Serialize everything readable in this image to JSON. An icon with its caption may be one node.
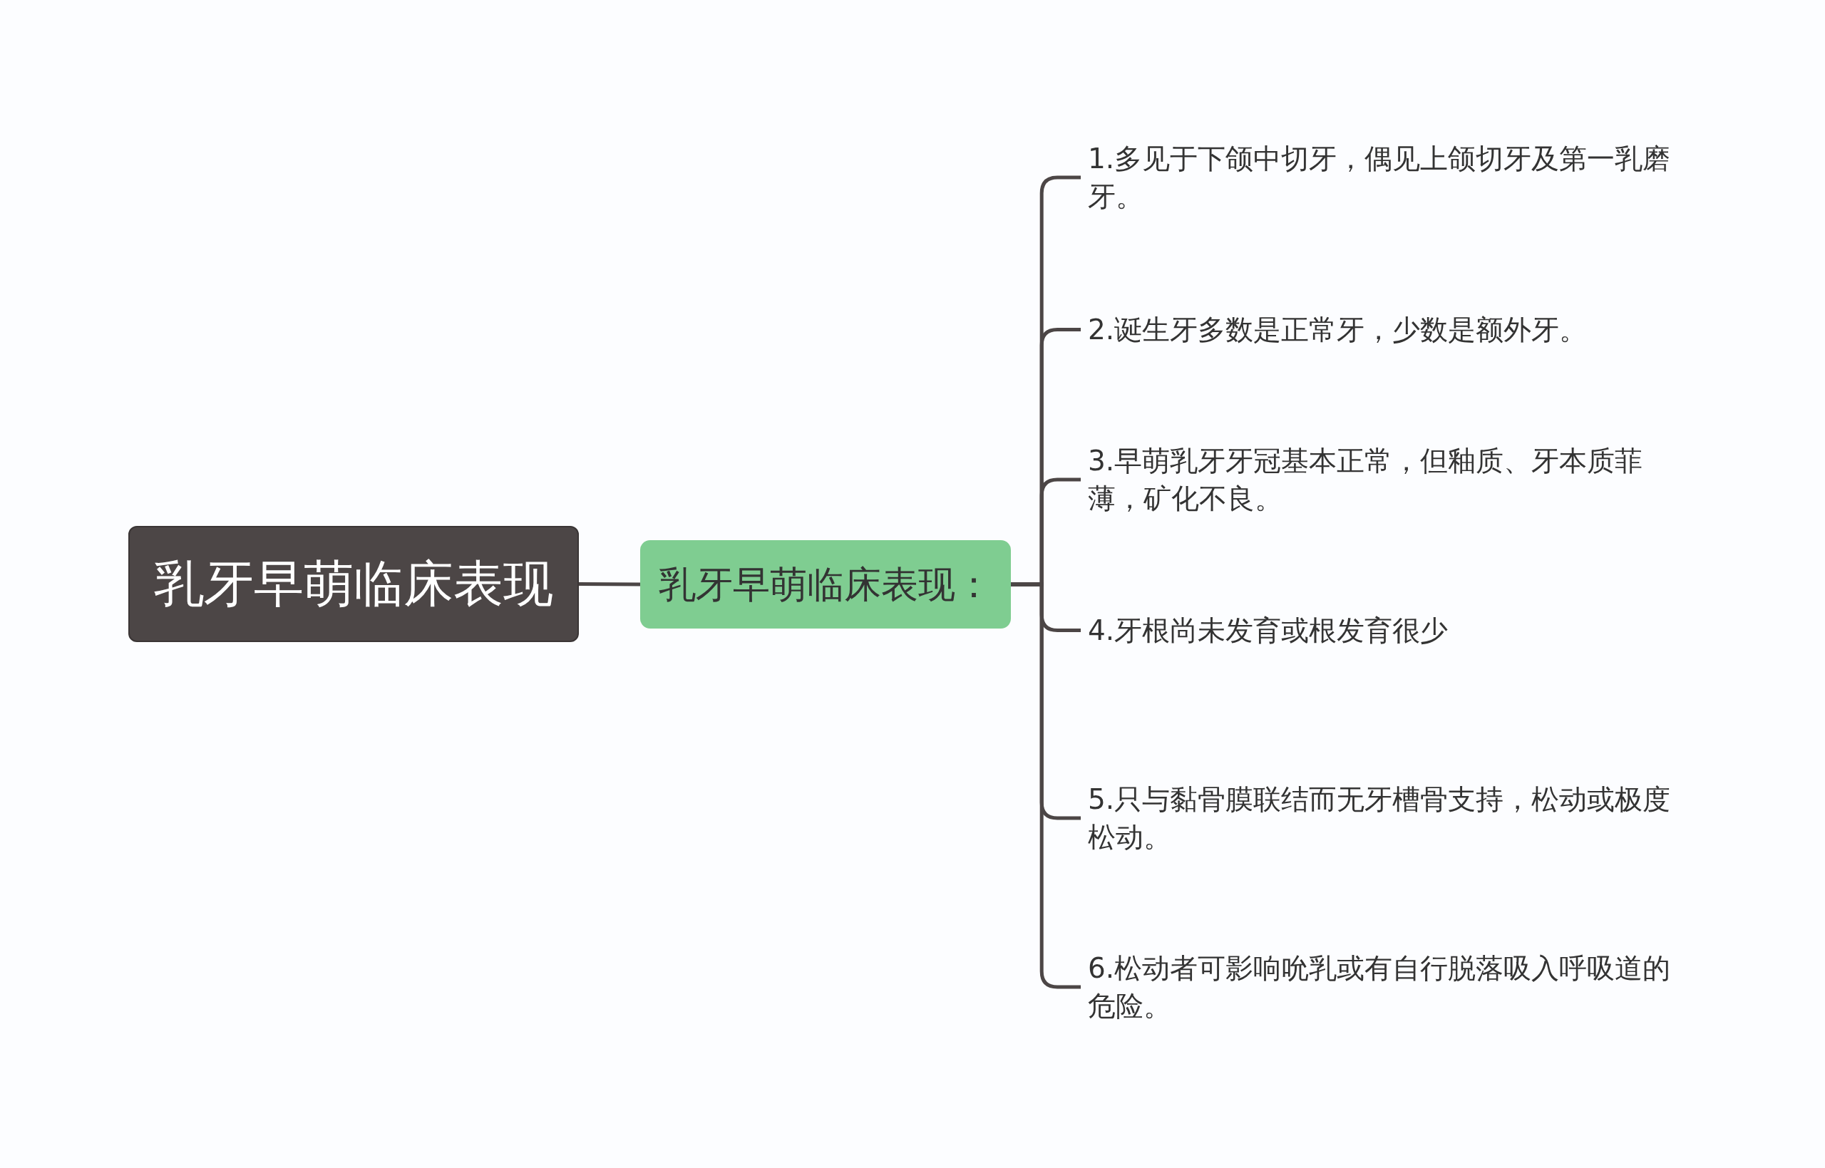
{
  "diagram": {
    "nodes": [
      {
        "text": [
          "乳牙早萌临床表现"
        ]
      },
      {
        "text": [
          "乳牙早萌临床表现："
        ]
      },
      {
        "text": [
          "1.多见于下颌中切牙，偶见上颌切牙及第一乳磨牙。"
        ]
      },
      {
        "text": [
          "2.诞生牙多数是正常牙，少数是额外牙。"
        ]
      },
      {
        "text": [
          "3.早萌乳牙牙冠基本正常，但釉质、牙本质菲薄，矿化不良。"
        ]
      },
      {
        "text": [
          "4.牙根尚未发育或根发育很少"
        ]
      },
      {
        "text": [
          "5.只与黏骨膜联结而无牙槽骨支持，松动或极度松动。"
        ]
      },
      {
        "text": [
          "6.松动者可影响吮乳或有自行脱落吸入呼吸道的危险。"
        ]
      }
    ],
    "edges": [
      {
        "from": 0,
        "to": 1,
        "arrow": "none"
      },
      {
        "from": 1,
        "to": 2,
        "arrow": "none"
      },
      {
        "from": 1,
        "to": 3,
        "arrow": "none"
      },
      {
        "from": 1,
        "to": 4,
        "arrow": "none"
      },
      {
        "from": 1,
        "to": 5,
        "arrow": "none"
      },
      {
        "from": 1,
        "to": 6,
        "arrow": "none"
      },
      {
        "from": 1,
        "to": 7,
        "arrow": "none"
      }
    ]
  }
}
